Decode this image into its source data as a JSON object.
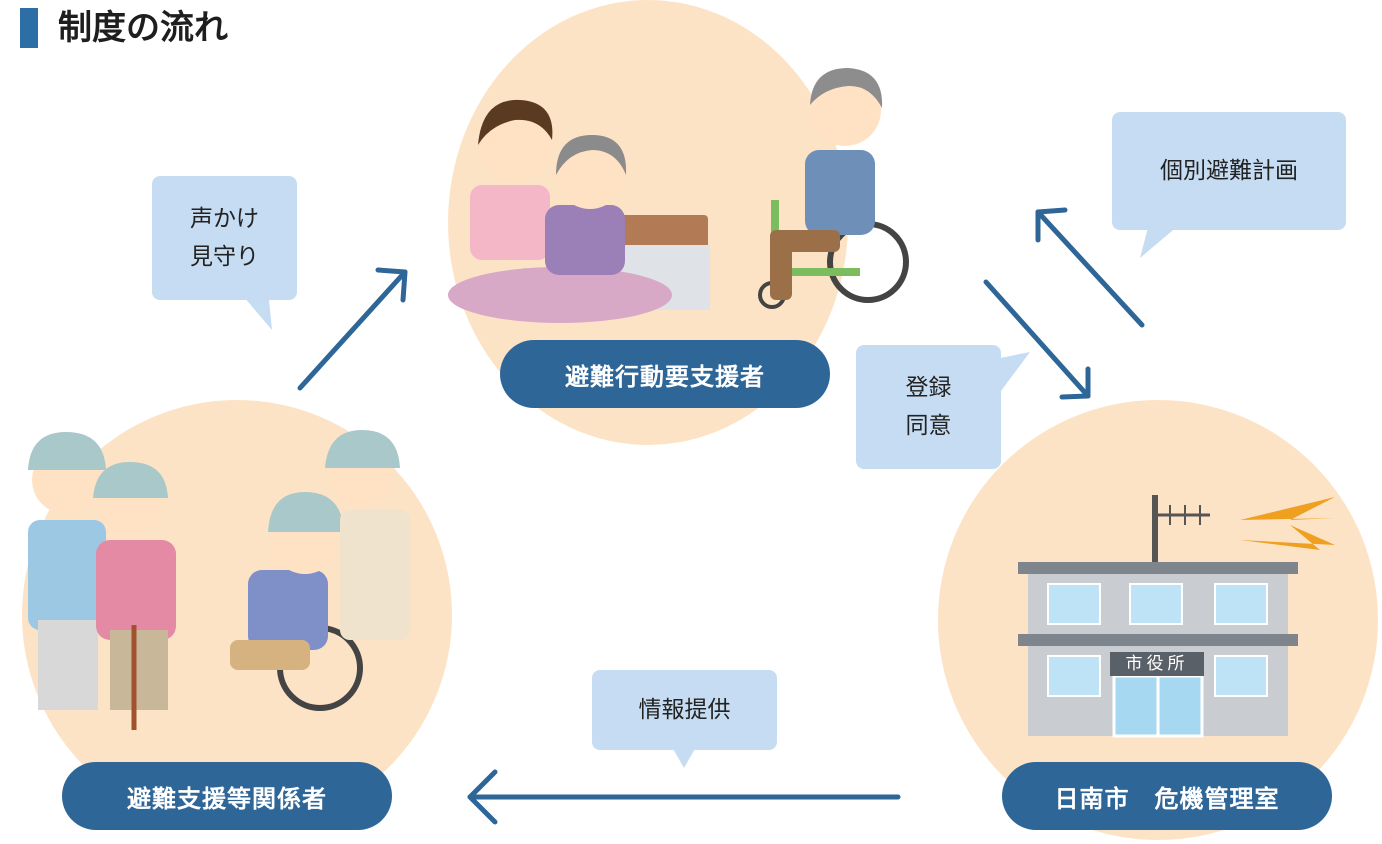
{
  "title": "制度の流れ",
  "nodes": {
    "top": "避難行動要支援者",
    "left": "避難支援等関係者",
    "right": "日南市　危機管理室"
  },
  "bubbles": {
    "voice": [
      "声かけ",
      "見守り"
    ],
    "plan": "個別避難計画",
    "consent": [
      "登録",
      "同意"
    ],
    "info": "情報提供"
  },
  "building_sign": "市役所",
  "colors": {
    "accent": "#2e6698",
    "circle": "#fde3c6",
    "bubble": "#c6dcf2",
    "arrow": "#2e6698"
  }
}
